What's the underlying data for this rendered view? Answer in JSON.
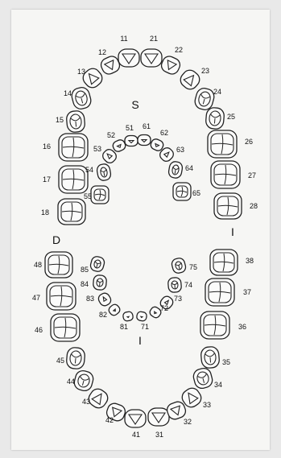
{
  "regions": {
    "upper": "S",
    "lower": "I",
    "right": "D",
    "left": "I"
  },
  "teeth": [
    {
      "id": "11",
      "type": "incisor"
    },
    {
      "id": "12",
      "type": "incisor"
    },
    {
      "id": "13",
      "type": "canine"
    },
    {
      "id": "14",
      "type": "premolar"
    },
    {
      "id": "15",
      "type": "premolar"
    },
    {
      "id": "16",
      "type": "molar"
    },
    {
      "id": "17",
      "type": "molar"
    },
    {
      "id": "18",
      "type": "molar"
    },
    {
      "id": "21",
      "type": "incisor"
    },
    {
      "id": "22",
      "type": "incisor"
    },
    {
      "id": "23",
      "type": "canine"
    },
    {
      "id": "24",
      "type": "premolar"
    },
    {
      "id": "25",
      "type": "premolar"
    },
    {
      "id": "26",
      "type": "molar"
    },
    {
      "id": "27",
      "type": "molar"
    },
    {
      "id": "28",
      "type": "molar"
    },
    {
      "id": "31",
      "type": "incisor"
    },
    {
      "id": "32",
      "type": "incisor"
    },
    {
      "id": "33",
      "type": "canine"
    },
    {
      "id": "34",
      "type": "premolar"
    },
    {
      "id": "35",
      "type": "premolar"
    },
    {
      "id": "36",
      "type": "molar"
    },
    {
      "id": "37",
      "type": "molar"
    },
    {
      "id": "38",
      "type": "molar"
    },
    {
      "id": "41",
      "type": "incisor"
    },
    {
      "id": "42",
      "type": "incisor"
    },
    {
      "id": "43",
      "type": "canine"
    },
    {
      "id": "44",
      "type": "premolar"
    },
    {
      "id": "45",
      "type": "premolar"
    },
    {
      "id": "46",
      "type": "molar"
    },
    {
      "id": "47",
      "type": "molar"
    },
    {
      "id": "48",
      "type": "molar"
    },
    {
      "id": "51",
      "type": "incisor"
    },
    {
      "id": "52",
      "type": "incisor"
    },
    {
      "id": "53",
      "type": "canine"
    },
    {
      "id": "54",
      "type": "premolar"
    },
    {
      "id": "55",
      "type": "molar"
    },
    {
      "id": "61",
      "type": "incisor"
    },
    {
      "id": "62",
      "type": "incisor"
    },
    {
      "id": "63",
      "type": "canine"
    },
    {
      "id": "64",
      "type": "premolar"
    },
    {
      "id": "65",
      "type": "molar"
    },
    {
      "id": "71",
      "type": "incisor"
    },
    {
      "id": "72",
      "type": "incisor"
    },
    {
      "id": "73",
      "type": "canine"
    },
    {
      "id": "74",
      "type": "premolar"
    },
    {
      "id": "75",
      "type": "premolar"
    },
    {
      "id": "81",
      "type": "incisor"
    },
    {
      "id": "82",
      "type": "incisor"
    },
    {
      "id": "83",
      "type": "canine"
    },
    {
      "id": "84",
      "type": "premolar"
    },
    {
      "id": "85",
      "type": "premolar"
    }
  ]
}
